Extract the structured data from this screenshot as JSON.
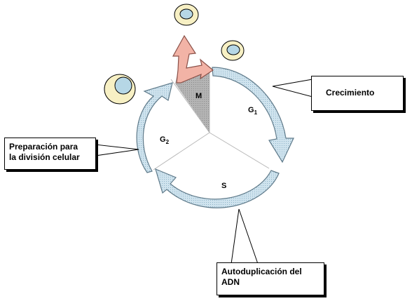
{
  "phases": {
    "m": "M",
    "g1": {
      "letter": "G",
      "sub": "1"
    },
    "g2": {
      "letter": "G",
      "sub": "2"
    },
    "s": "S"
  },
  "callouts": {
    "growth": "Crecimiento",
    "preparation": [
      "Preparación para",
      "la división celular"
    ],
    "replication": [
      "Autoduplicación del",
      "ADN"
    ]
  },
  "colors": {
    "cycle_arrow": "#b9d7e6",
    "arrow_outline": "#5f7a8a",
    "division_arrow": "#f2b3a6",
    "division_outline": "#8a5048",
    "m_sector": "#a6a6a6",
    "cell_fill": "#f7f0c4",
    "nucleus_fill": "#b6d7e6",
    "outline": "#000000"
  }
}
